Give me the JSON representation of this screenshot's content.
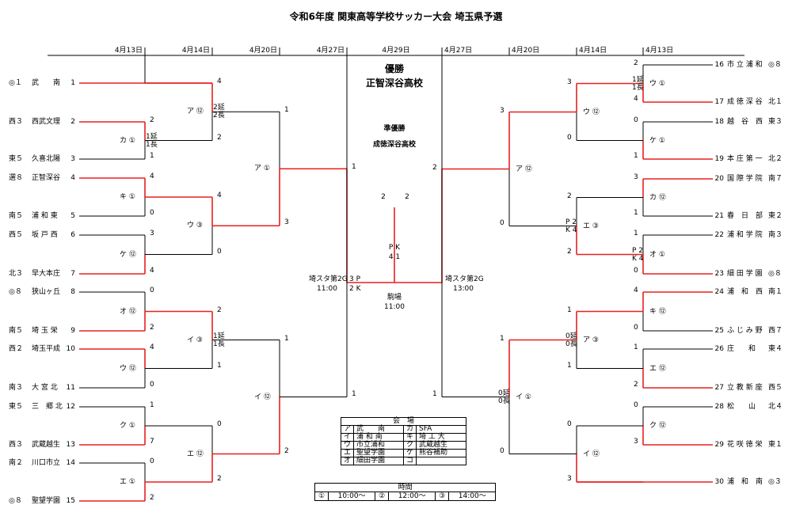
{
  "title": "令和6年度 関東高等学校サッカー大会 埼玉県予選",
  "rounds": {
    "left": [
      "4月13日",
      "4月14日",
      "4月20日",
      "4月27日"
    ],
    "center": "4月29日",
    "right": [
      "4月27日",
      "4月20日",
      "4月14日",
      "4月13日"
    ]
  },
  "champion": {
    "label": "優勝",
    "team": "正智深谷高校"
  },
  "runner_up": {
    "label": "準優勝",
    "team": "成徳深谷高校"
  },
  "final": {
    "score_left": "2",
    "score_right": "2",
    "pk_label": "P K",
    "pk_score": "4 1",
    "venue": "駒場",
    "time": "11:00"
  },
  "semis": {
    "left": {
      "venue": "埼スタ第2G",
      "time": "11:00",
      "pk_top": "3 P",
      "pk_bottom": "2 K"
    },
    "right": {
      "venue": "埼スタ第2G",
      "time": "13:00"
    }
  },
  "left_teams": [
    {
      "seed": "◎１",
      "name": "武　　南",
      "no": "1"
    },
    {
      "seed": "西３",
      "name": "西武文理",
      "no": "2"
    },
    {
      "seed": "東５",
      "name": "久喜北陽",
      "no": "3"
    },
    {
      "seed": "選８",
      "name": "正智深谷",
      "no": "4"
    },
    {
      "seed": "南５",
      "name": "浦 和 東",
      "no": "5"
    },
    {
      "seed": "西５",
      "name": "坂 戸 西",
      "no": "6"
    },
    {
      "seed": "北３",
      "name": "早大本庄",
      "no": "7"
    },
    {
      "seed": "◎８",
      "name": "狭山ヶ丘",
      "no": "8"
    },
    {
      "seed": "南５",
      "name": "埼 玉 栄",
      "no": "9"
    },
    {
      "seed": "西２",
      "name": "埼玉平成",
      "no": "10"
    },
    {
      "seed": "南３",
      "name": "大 宮 北",
      "no": "11"
    },
    {
      "seed": "東５",
      "name": "三　郷 北",
      "no": "12"
    },
    {
      "seed": "西３",
      "name": "武蔵越生",
      "no": "13"
    },
    {
      "seed": "南２",
      "name": "川口市立",
      "no": "14"
    },
    {
      "seed": "◎８",
      "name": "聖望学園",
      "no": "15"
    }
  ],
  "right_teams": [
    {
      "no": "16",
      "name": "市 立 浦 和",
      "seed": "◎８"
    },
    {
      "no": "17",
      "name": "成 徳 深 谷",
      "seed": "北１"
    },
    {
      "no": "18",
      "name": "越　谷　西",
      "seed": "東３"
    },
    {
      "no": "19",
      "name": "本 庄 第 一",
      "seed": "北２"
    },
    {
      "no": "20",
      "name": "国 際 学 院",
      "seed": "南７"
    },
    {
      "no": "21",
      "name": "春　日　部",
      "seed": "東２"
    },
    {
      "no": "22",
      "name": "浦 和 学 院",
      "seed": "南３"
    },
    {
      "no": "23",
      "name": "細 田 学 園",
      "seed": "◎８"
    },
    {
      "no": "24",
      "name": "浦　和　西",
      "seed": "南１"
    },
    {
      "no": "25",
      "name": "ふ じ み 野",
      "seed": "西７"
    },
    {
      "no": "26",
      "name": "庄　　和",
      "seed": "東４"
    },
    {
      "no": "27",
      "name": "立 教 新 座",
      "seed": "西５"
    },
    {
      "no": "28",
      "name": "松　　山",
      "seed": "北４"
    },
    {
      "no": "29",
      "name": "花 咲 徳 栄",
      "seed": "東１"
    },
    {
      "no": "30",
      "name": "浦　和　南",
      "seed": "◎３"
    }
  ],
  "matches": {
    "L_ka": {
      "code": "カ ①",
      "top": "2",
      "bottom": "1",
      "note1": "1延",
      "note2": "1長"
    },
    "L_ki": {
      "code": "キ ①",
      "top": "4",
      "bottom": "0"
    },
    "L_ke": {
      "code": "ケ ⑫",
      "top": "3",
      "bottom": "4"
    },
    "L_o": {
      "code": "オ ⑫",
      "top": "0",
      "bottom": "2"
    },
    "L_u": {
      "code": "ウ ⑫",
      "top": "4",
      "bottom": "0"
    },
    "L_ku": {
      "code": "ク ①",
      "top": "1",
      "bottom": "7"
    },
    "L_e": {
      "code": "エ ①",
      "top": "0",
      "bottom": "2"
    },
    "L_a2": {
      "code": "ア ⑫",
      "top": "4",
      "bottom": "2",
      "note1": "2延",
      "note2": "2長"
    },
    "L_u2": {
      "code": "ウ ③",
      "top": "4",
      "bottom": "0"
    },
    "L_i2": {
      "code": "イ ③",
      "top": "2",
      "bottom": "1",
      "note1": "1延",
      "note2": "1長"
    },
    "L_e2": {
      "code": "エ ⑫",
      "top": "0",
      "bottom": "2"
    },
    "L_a3": {
      "code": "ア ①",
      "top": "1",
      "bottom": "3"
    },
    "L_i3": {
      "code": "イ ⑫",
      "top": "1",
      "bottom": "2"
    },
    "L_sf": {
      "top": "1",
      "bottom": "1"
    },
    "R_u": {
      "code": "ウ ①",
      "top": "2",
      "bottom": "4",
      "note1": "1延",
      "note2": "1長"
    },
    "R_ke": {
      "code": "ケ ①",
      "top": "0",
      "bottom": "1"
    },
    "R_ka": {
      "code": "カ ⑫",
      "top": "3",
      "bottom": "1"
    },
    "R_o": {
      "code": "オ ①",
      "top": "1",
      "bottom": "0",
      "note1": "P 2",
      "note2": "K 4"
    },
    "R_ki": {
      "code": "キ ⑫",
      "top": "4",
      "bottom": "0"
    },
    "R_e": {
      "code": "エ ⑫",
      "top": "1",
      "bottom": "2"
    },
    "R_ku": {
      "code": "ク ⑫",
      "top": "0",
      "bottom": "3"
    },
    "R_u2": {
      "code": "ウ ⑫",
      "top": "3",
      "bottom": "0"
    },
    "R_e2": {
      "code": "エ ③",
      "top": "2",
      "bottom": "2",
      "note1": "P 2",
      "note2": "K 4"
    },
    "R_a2": {
      "code": "ア ③",
      "top": "1",
      "bottom": "1",
      "note1": "0延",
      "note2": "0長"
    },
    "R_i2": {
      "code": "イ ⑫",
      "top": "0",
      "bottom": "3"
    },
    "R_a3": {
      "code": "ア ⑫",
      "top": "3",
      "bottom": "0"
    },
    "R_i3": {
      "code": "イ ①",
      "top": "1",
      "bottom": "0",
      "note1": "0延",
      "note2": "0長"
    },
    "R_sf": {
      "top": "2",
      "bottom": "1"
    }
  },
  "venues": {
    "header": "会　場",
    "rows": [
      [
        "ア",
        "武　　南",
        "カ",
        "SFA"
      ],
      [
        "イ",
        "浦 和 南",
        "キ",
        "埼 工 大"
      ],
      [
        "ウ",
        "市立浦和",
        "ク",
        "武蔵越生"
      ],
      [
        "エ",
        "聖望学園",
        "ケ",
        "熊谷補助"
      ],
      [
        "オ",
        "細田学園",
        "コ",
        ""
      ]
    ]
  },
  "times": {
    "header": "時間",
    "slots": [
      {
        "mark": "①",
        "time": "10:00～"
      },
      {
        "mark": "②",
        "time": "12:00～"
      },
      {
        "mark": "③",
        "time": "14:00～"
      }
    ]
  },
  "colors": {
    "winner_line": "#e8201f",
    "line": "#000000"
  }
}
